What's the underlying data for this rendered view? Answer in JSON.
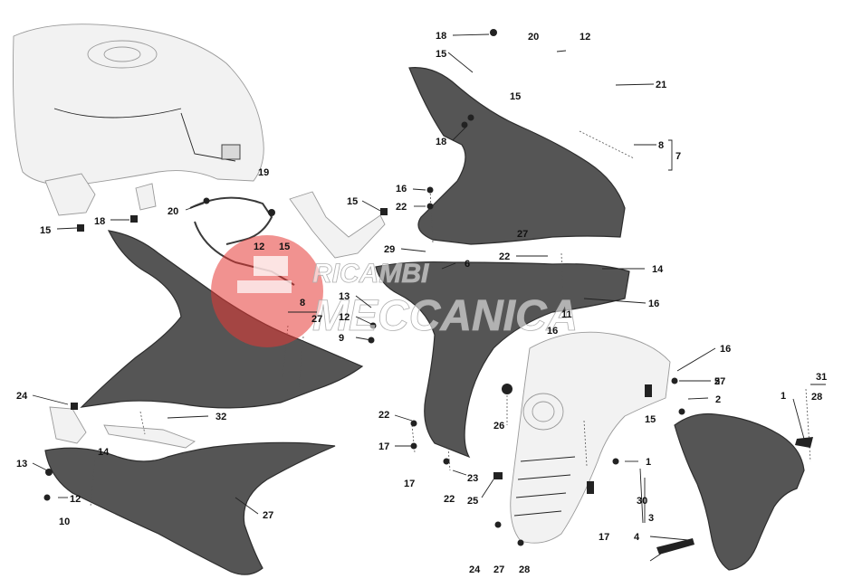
{
  "watermark": {
    "line1": "RICAMBI",
    "line2": "MECCANICA",
    "color": "#e53935"
  },
  "callouts": [
    "18",
    "20",
    "12",
    "15",
    "15",
    "21",
    "8",
    "7",
    "18",
    "16",
    "22",
    "15",
    "15",
    "18",
    "20",
    "19",
    "12",
    "15",
    "16",
    "22",
    "27",
    "29",
    "6",
    "14",
    "13",
    "12",
    "9",
    "8",
    "27",
    "16",
    "27",
    "11",
    "16",
    "5",
    "2",
    "1",
    "31",
    "28",
    "15",
    "24",
    "32",
    "14",
    "13",
    "12",
    "10",
    "27",
    "22",
    "17",
    "17",
    "22",
    "23",
    "26",
    "25",
    "24",
    "27",
    "28",
    "17",
    "1",
    "30",
    "3",
    "4"
  ]
}
